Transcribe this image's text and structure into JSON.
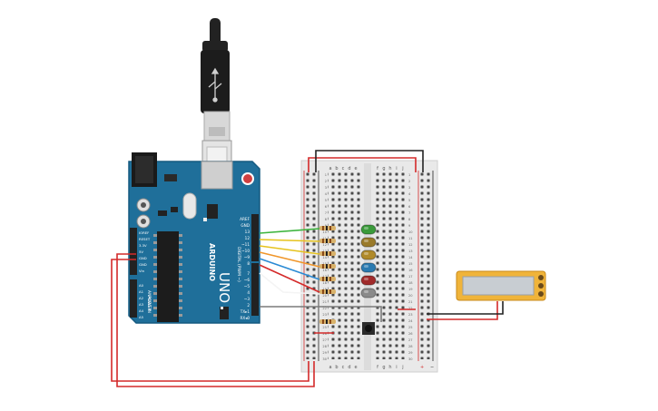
{
  "arduino": {
    "brand": "ARDUINO",
    "model": "UNO",
    "digital_header_label": "DIGITAL (PWM ~)",
    "power_header_label": "POWER",
    "analog_header_label": "ANALOG IN",
    "pins_top": [
      "AREF",
      "GND",
      "13",
      "12",
      "~11",
      "~10",
      "~9",
      "8"
    ],
    "pins_bottom": [
      "7",
      "~6",
      "~5",
      "4",
      "~3",
      "2",
      "TX▸1",
      "RX◂0"
    ],
    "power_pins": [
      "IOREF",
      "RESET",
      "3.3V",
      "5V",
      "GND",
      "GND",
      "Vin"
    ],
    "analog_pins": [
      "A0",
      "A1",
      "A2",
      "A3",
      "A4",
      "A5"
    ],
    "board_color": "#1f6f9a"
  },
  "breadboard": {
    "column_letters_left": [
      "a",
      "b",
      "c",
      "d",
      "e"
    ],
    "column_letters_right": [
      "f",
      "g",
      "h",
      "i",
      "j"
    ],
    "row_numbers": [
      "1",
      "2",
      "3",
      "4",
      "5",
      "6",
      "7",
      "8",
      "9",
      "10",
      "11",
      "12",
      "13",
      "14",
      "15",
      "16",
      "17",
      "18",
      "19",
      "20",
      "21",
      "22",
      "23",
      "24",
      "25",
      "26",
      "27",
      "28",
      "29",
      "30"
    ],
    "rail_plus": "+",
    "rail_minus": "−"
  },
  "leds": [
    {
      "color": "#3a9a3a"
    },
    {
      "color": "#9a7a2a"
    },
    {
      "color": "#b08a2a"
    },
    {
      "color": "#2a7ab0"
    },
    {
      "color": "#a02a2a"
    },
    {
      "color": "#8a8a8a"
    }
  ],
  "wire_colors": {
    "red": "#d42a2a",
    "black": "#222222",
    "green": "#3cb43c",
    "yellow": "#e6c31e",
    "orange": "#f0962a",
    "blue": "#2a8ad4",
    "white": "#f4f4f4",
    "grey": "#7a7a7a"
  }
}
